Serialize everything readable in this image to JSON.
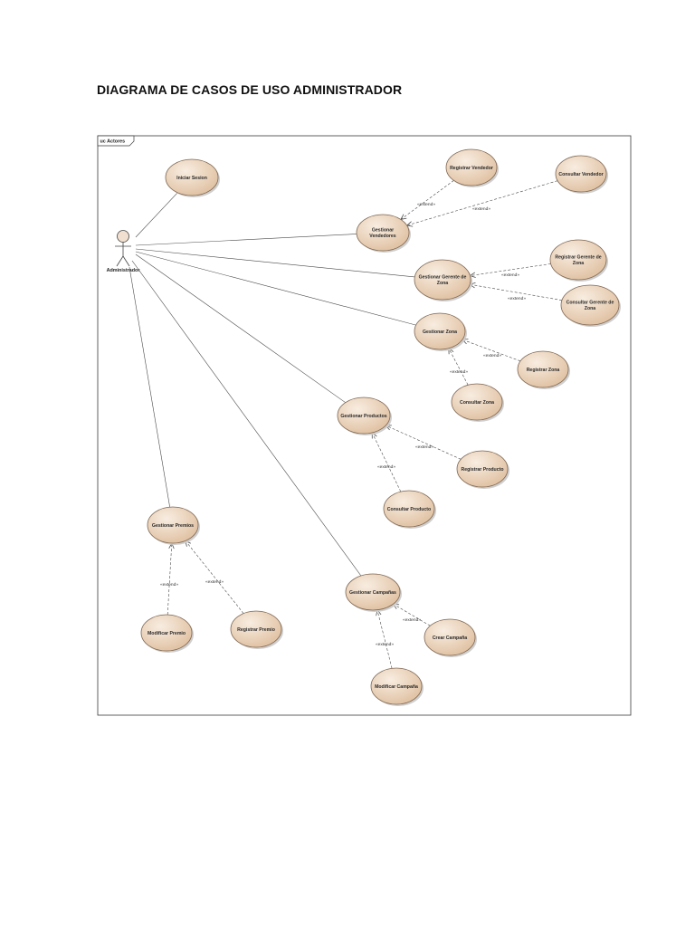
{
  "document": {
    "title": "DIAGRAMA DE CASOS DE USO ADMINISTRADOR"
  },
  "diagram": {
    "frame_label": "uc Actores",
    "actor": {
      "name": "Administrador"
    },
    "use_cases": [
      {
        "label": [
          "Iniciar Sesion"
        ],
        "extensions": []
      },
      {
        "label": [
          "Gestionar",
          "Vendedores"
        ],
        "extensions": [
          {
            "label": [
              "Registrar Vendedor"
            ],
            "relation": "«extend»"
          },
          {
            "label": [
              "Consultar Vendedor"
            ],
            "relation": "«extend»"
          }
        ]
      },
      {
        "label": [
          "Gestionar Gerente de",
          "Zona"
        ],
        "extensions": [
          {
            "label": [
              "Registrar Gerente de",
              "Zona"
            ],
            "relation": "«extend»"
          },
          {
            "label": [
              "Consultar Gerente de",
              "Zona"
            ],
            "relation": "«extend»"
          }
        ]
      },
      {
        "label": [
          "Gestionar Zona"
        ],
        "extensions": [
          {
            "label": [
              "Registrar Zona"
            ],
            "relation": "«extend»"
          },
          {
            "label": [
              "Consultar Zona"
            ],
            "relation": "«extend»"
          }
        ]
      },
      {
        "label": [
          "Gestionar Productos"
        ],
        "extensions": [
          {
            "label": [
              "Registrar Producto"
            ],
            "relation": "«extend»"
          },
          {
            "label": [
              "Consultar Producto"
            ],
            "relation": "«extend»"
          }
        ]
      },
      {
        "label": [
          "Gestionar Campañas"
        ],
        "extensions": [
          {
            "label": [
              "Crear Campaña"
            ],
            "relation": "«extend»"
          },
          {
            "label": [
              "Modificar Campaña"
            ],
            "relation": "«extend»"
          }
        ]
      },
      {
        "label": [
          "Gestionar Premios"
        ],
        "extensions": [
          {
            "label": [
              "Modificar Premio"
            ],
            "relation": "«extend»"
          },
          {
            "label": [
              "Registrar Premio"
            ],
            "relation": "«extend»"
          }
        ]
      }
    ],
    "colors": {
      "use_case_fill_light": "#f8ede1",
      "use_case_fill_dark": "#dfbf9f",
      "use_case_stroke": "#7f6651",
      "line": "#4a4a4a",
      "shadow": "#cfcfcf",
      "actor_head_fill": "#f1e0cf"
    }
  }
}
